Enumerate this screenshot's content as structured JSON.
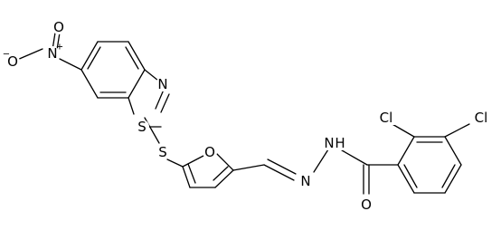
{
  "molecule": {
    "atoms": {
      "o_nitro": "O",
      "o_minus": "−",
      "n_nitro": "N",
      "n_plus": "+",
      "o_nitro2": "O",
      "n_thiazole": "N",
      "s_thiazole": "S",
      "s_thioether": "S",
      "o_furan": "O",
      "n_imine": "N",
      "n_hydrazide": "N",
      "h_hydrazide": "H",
      "o_carbonyl": "O",
      "cl_ortho": "Cl",
      "cl_para": "Cl"
    }
  }
}
